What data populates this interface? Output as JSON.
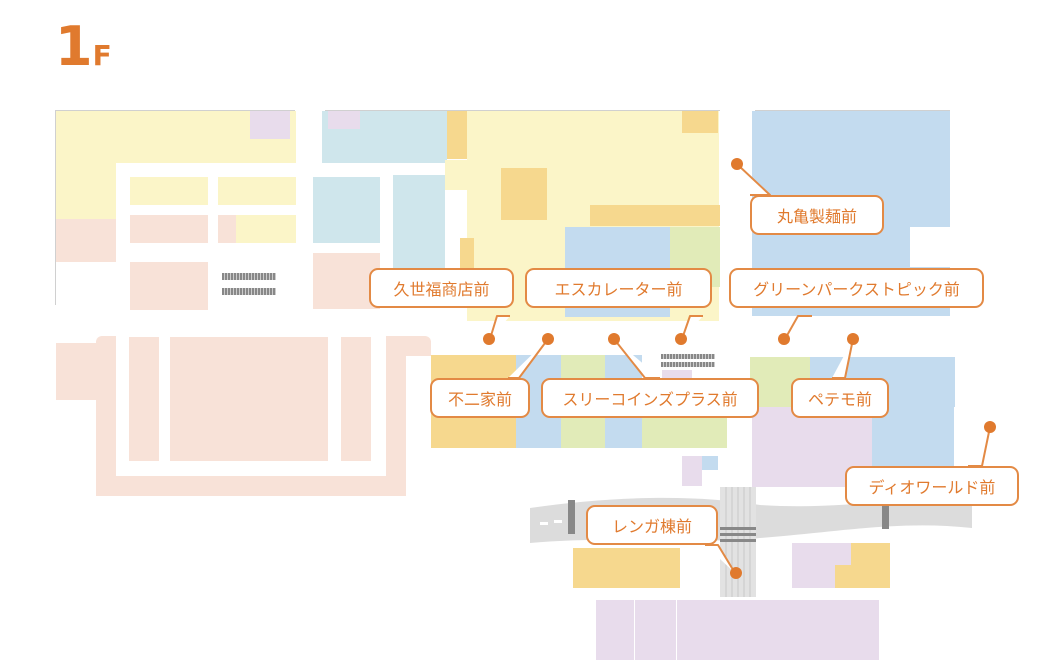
{
  "floor": {
    "number": "1",
    "unit": "F"
  },
  "colors": {
    "accent": "#e07a2e",
    "callout_border": "#e38a45",
    "shop_yellow": "#fbf5c8",
    "shop_orange": "#f6d88e",
    "shop_pink": "#f8e2d8",
    "shop_blue": "#c3dbef",
    "shop_cyan": "#cfe6ec",
    "shop_green": "#e1ebb8",
    "shop_purple": "#e8dcec",
    "road_gray": "#dcdcdc"
  },
  "locations": [
    {
      "id": "marugame",
      "label": "丸亀製麺前"
    },
    {
      "id": "kuzefuku",
      "label": "久世福商店前"
    },
    {
      "id": "escalator",
      "label": "エスカレーター前"
    },
    {
      "id": "greenpark",
      "label": "グリーンパークストピック前"
    },
    {
      "id": "fujiya",
      "label": "不二家前"
    },
    {
      "id": "threecoins",
      "label": "スリーコインズプラス前"
    },
    {
      "id": "petemo",
      "label": "ペテモ前"
    },
    {
      "id": "dioworld",
      "label": "ディオワールド前"
    },
    {
      "id": "renga",
      "label": "レンガ棟前"
    }
  ]
}
